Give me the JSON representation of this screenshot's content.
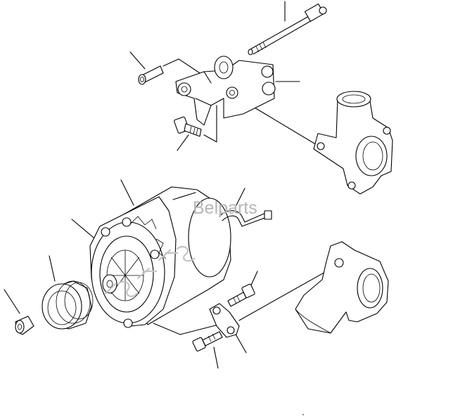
{
  "watermark": {
    "text": "Belparts",
    "color": "#b5b5b5"
  },
  "diagram": {
    "line_color": "#000000",
    "background": "#ffffff",
    "parts": [
      "upper-bolt",
      "sleeve",
      "bracket",
      "small-bolt",
      "water-outlet-elbow",
      "alternator",
      "pulley",
      "pulley-nut",
      "wire-lead",
      "stud-bolt",
      "plate",
      "mount-bolt",
      "lower-elbow"
    ]
  }
}
